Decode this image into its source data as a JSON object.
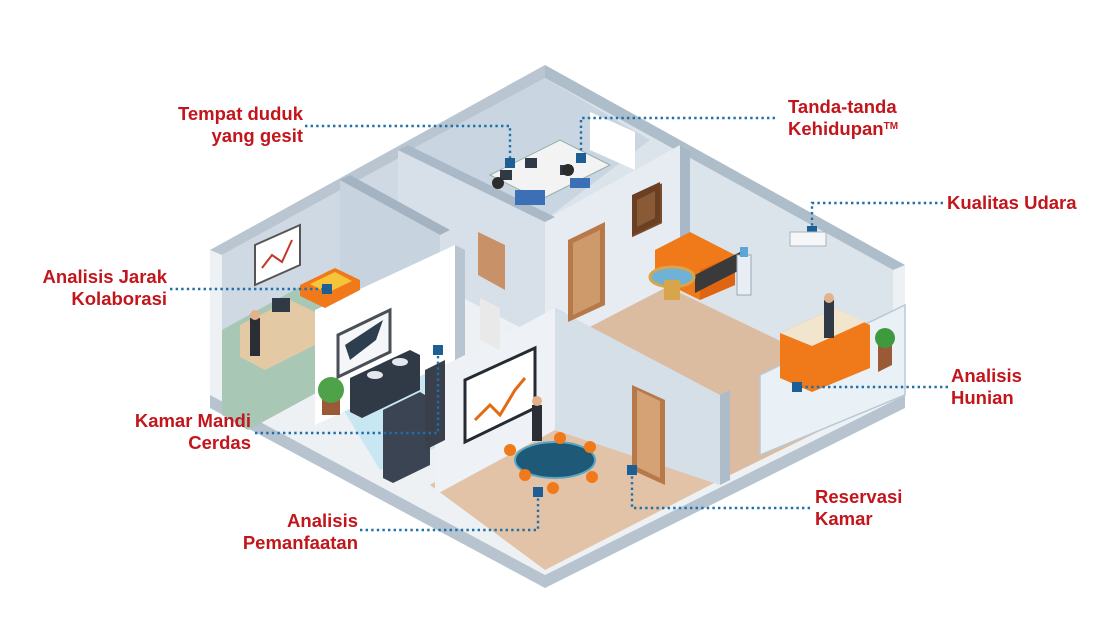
{
  "callouts": {
    "agile_seating": {
      "line1": "Tempat duduk",
      "line2": "yang gesit"
    },
    "vital_signs": {
      "line1": "Tanda-tanda",
      "line2": "Kehidupan",
      "tm": "TM"
    },
    "air_quality": {
      "line1": "Kualitas Udara"
    },
    "collab_distance": {
      "line1": "Analisis Jarak",
      "line2": "Kolaborasi"
    },
    "occupancy": {
      "line1": "Analisis",
      "line2": "Hunian"
    },
    "smart_restroom": {
      "line1": "Kamar Mandi",
      "line2": "Cerdas"
    },
    "room_booking": {
      "line1": "Reservasi",
      "line2": "Kamar"
    },
    "utilization": {
      "line1": "Analisis",
      "line2": "Pemanfaatan"
    }
  },
  "colors": {
    "label_red": "#c3161c",
    "leader_blue": "#1f6fa8",
    "marker_blue": "#1d5f95",
    "wall_light": "#dfe7ee",
    "wall_mid": "#c5d2de",
    "floor_wood": "#d9b89e",
    "accent_orange": "#f07a1a"
  }
}
